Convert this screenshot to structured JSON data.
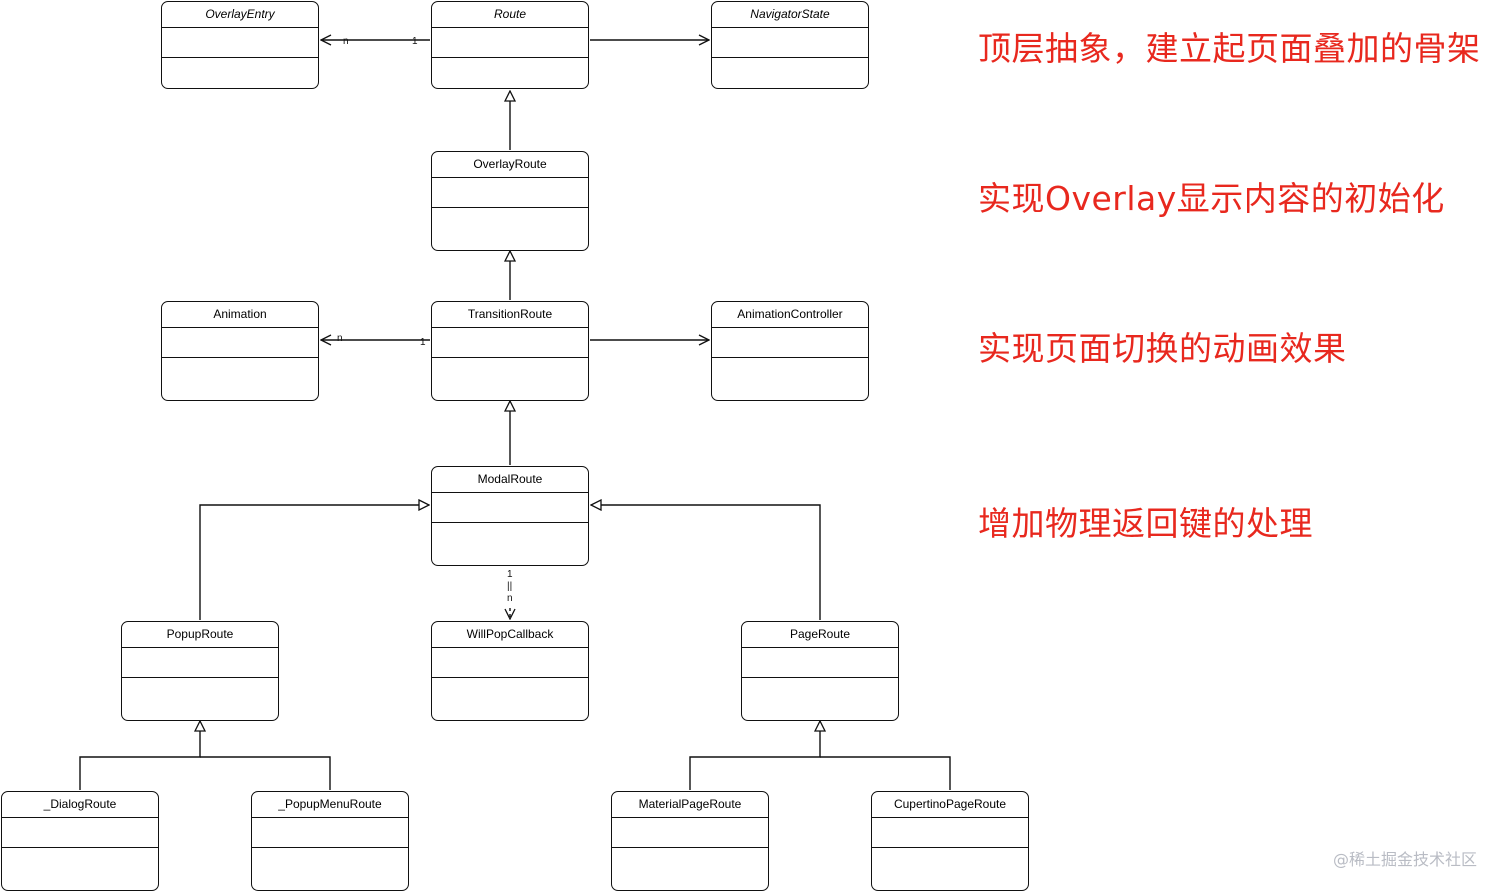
{
  "classes": {
    "overlay_entry": "OverlayEntry",
    "route": "Route",
    "navigator_state": "NavigatorState",
    "overlay_route": "OverlayRoute",
    "animation": "Animation",
    "transition_route": "TransitionRoute",
    "animation_controller": "AnimationController",
    "modal_route": "ModalRoute",
    "popup_route": "PopupRoute",
    "will_pop_callback": "WillPopCallback",
    "page_route": "PageRoute",
    "dialog_route": "_DialogRoute",
    "popup_menu_route": "_PopupMenuRoute",
    "material_page_route": "MaterialPageRoute",
    "cupertino_page_route": "CupertinoPageRoute"
  },
  "multiplicities": {
    "route_entry_n": "n",
    "route_entry_1": "1",
    "transition_animation_n": "n",
    "transition_animation_1": "1",
    "modal_willpop_1": "1",
    "modal_willpop_mid": "||",
    "modal_willpop_n": "n"
  },
  "notes": {
    "top_layer": "顶层抽象，建立起页面叠加的骨架",
    "overlay_layer": "实现Overlay显示内容的初始化",
    "transition_layer": "实现页面切换的动画效果",
    "modal_layer": "增加物理返回键的处理"
  },
  "watermark": "@稀土掘金技术社区",
  "colors": {
    "note": "#e8281e",
    "line": "#111111",
    "watermark": "#b9bcc4"
  }
}
